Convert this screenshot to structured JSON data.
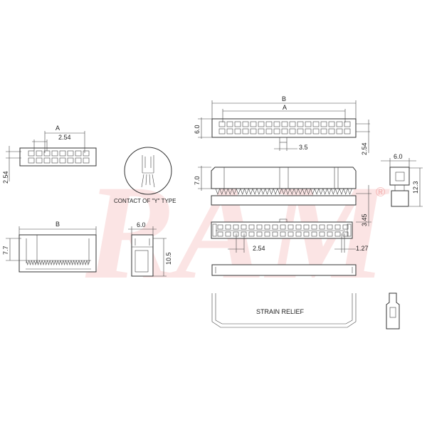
{
  "watermark": {
    "text": "RAM",
    "registered": "®",
    "color": "#e53935"
  },
  "left_top_view": {
    "dim_a": "A",
    "dim_pitch": "2.54",
    "dim_row_pitch": "2.54"
  },
  "contact_detail": {
    "caption": "CONTACT OF \"Y\" TYPE"
  },
  "left_side_view": {
    "dim_b": "B",
    "dim_height": "7.7"
  },
  "left_end_view": {
    "dim_width": "6.0",
    "dim_height": "10.5"
  },
  "right_top_view": {
    "dim_b": "B",
    "dim_a": "A",
    "dim_width": "6.0",
    "dim_key": "3.5",
    "dim_row_pitch": "2.54"
  },
  "right_side_view": {
    "dim_height": "7.0",
    "dim_offset": "3.45"
  },
  "right_end_view": {
    "dim_width": "6.0",
    "dim_height": "12.3"
  },
  "right_bottom_view": {
    "dim_pitch": "2.54",
    "dim_half_pitch": "1.27"
  },
  "strain_relief": {
    "label": "STRAIN RELIEF"
  }
}
